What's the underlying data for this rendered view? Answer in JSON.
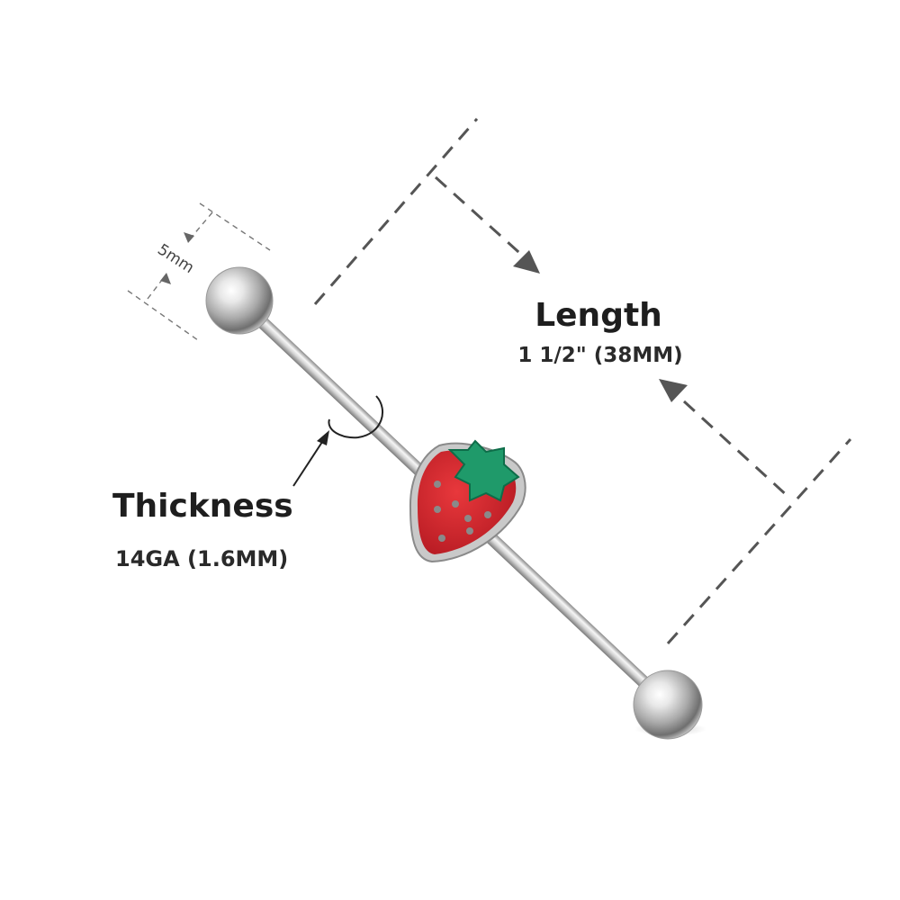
{
  "length": {
    "title": "Length",
    "value": "1 1/2\" (38MM)"
  },
  "thickness": {
    "title": "Thickness",
    "value": "14GA (1.6MM)"
  },
  "ball_size": {
    "value": "5mm"
  },
  "colors": {
    "metal_light": "#f4f4f4",
    "metal_mid": "#c9c9c9",
    "metal_dark": "#7d7d7d",
    "strawberry_red": "#d2232a",
    "leaf_green": "#1f9a6a",
    "dash_gray": "#555555"
  }
}
